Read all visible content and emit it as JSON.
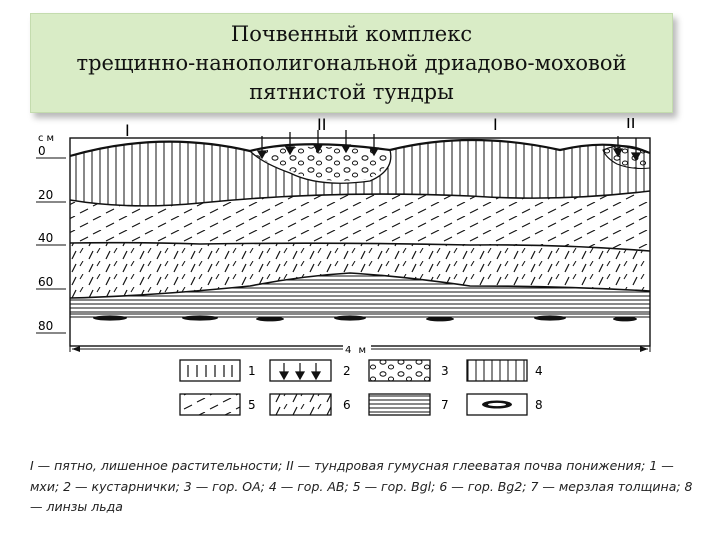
{
  "title": {
    "line1": "Почвенный комплекс",
    "line2": "трещинно-нанополигональной дриадово-моховой",
    "line3": "пятнистой тундры"
  },
  "diagram": {
    "depth_unit": "см",
    "depth_ticks": [
      "0",
      "20",
      "40",
      "60",
      "80"
    ],
    "profile_labels": [
      "I",
      "II",
      "I",
      "II"
    ],
    "width_label": "4 м",
    "legend_numbers": [
      "1",
      "2",
      "3",
      "4",
      "5",
      "6",
      "7",
      "8"
    ]
  },
  "caption": "I — пятно, лишенное растительности; II — тундровая гумусная глееватая почва понижения; 1 — мхи; 2 — кустарнички; 3 — гор. ОА; 4 — гор. АВ; 5 — гор. Bgl; 6 — гор. Bg2; 7 — мерзлая толщина; 8 — линзы льда"
}
